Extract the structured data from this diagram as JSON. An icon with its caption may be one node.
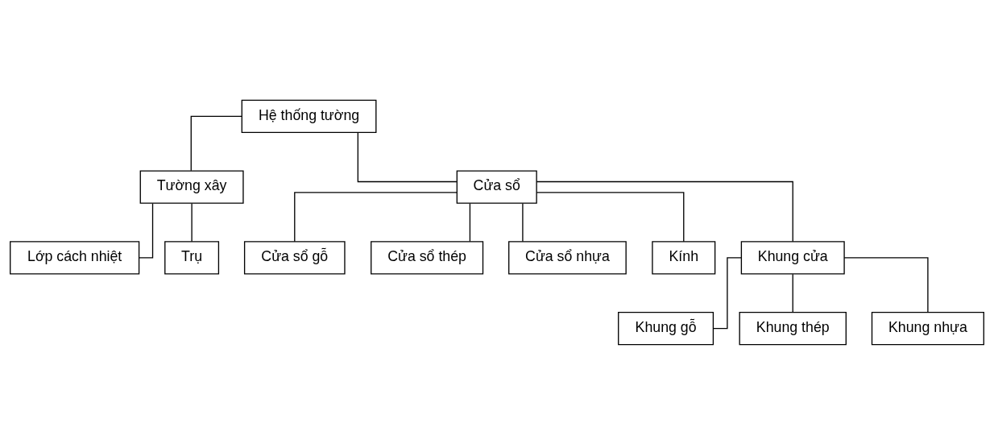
{
  "diagram": {
    "nodes": [
      {
        "text": [
          "Hệ thống tường"
        ]
      },
      {
        "text": [
          "Tường xây"
        ]
      },
      {
        "text": [
          "Cửa sổ"
        ]
      },
      {
        "text": [
          "Cửa sổ gỗ"
        ]
      },
      {
        "text": [
          "Cửa sổ thép"
        ]
      },
      {
        "text": [
          "Cửa sổ nhựa"
        ]
      },
      {
        "text": [
          "Lớp cách nhiệt"
        ]
      },
      {
        "text": [
          "Trụ"
        ]
      },
      {
        "text": [
          "Kính"
        ]
      },
      {
        "text": [
          "Khung cửa"
        ]
      },
      {
        "text": [
          "Khung gỗ"
        ]
      },
      {
        "text": [
          "Khung thép"
        ]
      },
      {
        "text": [
          "Khung nhựa"
        ]
      }
    ],
    "edges": [
      {
        "from": 0,
        "to": 1,
        "arrow": "none"
      },
      {
        "from": 0,
        "to": 2,
        "arrow": "none"
      },
      {
        "from": 2,
        "to": 3,
        "arrow": "none"
      },
      {
        "from": 2,
        "to": 4,
        "arrow": "none"
      },
      {
        "from": 2,
        "to": 5,
        "arrow": "none"
      },
      {
        "from": 1,
        "to": 6,
        "arrow": "none"
      },
      {
        "from": 1,
        "to": 7,
        "arrow": "none"
      },
      {
        "from": 2,
        "to": 8,
        "arrow": "none"
      },
      {
        "from": 2,
        "to": 9,
        "arrow": "none"
      },
      {
        "from": 9,
        "to": 10,
        "arrow": "none"
      },
      {
        "from": 9,
        "to": 11,
        "arrow": "none"
      },
      {
        "from": 9,
        "to": 12,
        "arrow": "none"
      }
    ]
  }
}
